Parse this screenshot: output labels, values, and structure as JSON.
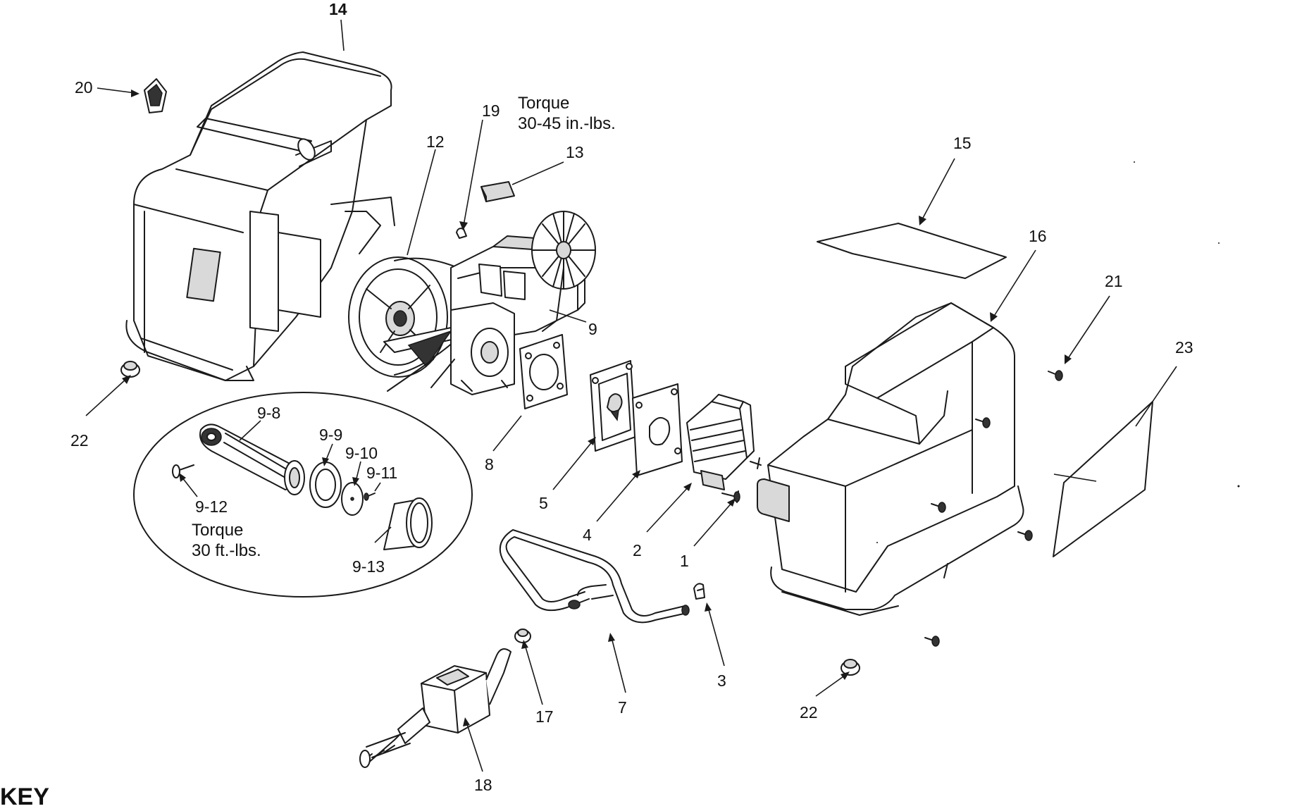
{
  "callouts": [
    {
      "id": "c14",
      "text": "14"
    },
    {
      "id": "c20",
      "text": "20"
    },
    {
      "id": "c19",
      "text": "19"
    },
    {
      "id": "c12",
      "text": "12"
    },
    {
      "id": "c13",
      "text": "13"
    },
    {
      "id": "c15",
      "text": "15"
    },
    {
      "id": "c16",
      "text": "16"
    },
    {
      "id": "c21",
      "text": "21"
    },
    {
      "id": "c23",
      "text": "23"
    },
    {
      "id": "c9",
      "text": "9"
    },
    {
      "id": "c22a",
      "text": "22"
    },
    {
      "id": "c9-8",
      "text": "9-8"
    },
    {
      "id": "c9-9",
      "text": "9-9"
    },
    {
      "id": "c9-10",
      "text": "9-10"
    },
    {
      "id": "c9-11",
      "text": "9-11"
    },
    {
      "id": "c9-12",
      "text": "9-12"
    },
    {
      "id": "c9-13",
      "text": "9-13"
    },
    {
      "id": "c8",
      "text": "8"
    },
    {
      "id": "c5",
      "text": "5"
    },
    {
      "id": "c4",
      "text": "4"
    },
    {
      "id": "c2",
      "text": "2"
    },
    {
      "id": "c1",
      "text": "1"
    },
    {
      "id": "c3",
      "text": "3"
    },
    {
      "id": "c7",
      "text": "7"
    },
    {
      "id": "c17",
      "text": "17"
    },
    {
      "id": "c18",
      "text": "18"
    },
    {
      "id": "c22b",
      "text": "22"
    }
  ],
  "notes": {
    "torque_upper_line1": "Torque",
    "torque_upper_line2": "30-45 in.-lbs.",
    "torque_lower_line1": "Torque",
    "torque_lower_line2": "30 ft.-lbs."
  },
  "key_heading": "KEY"
}
